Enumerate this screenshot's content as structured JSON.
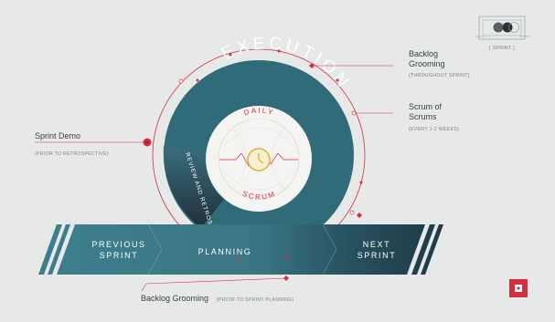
{
  "phases": {
    "execution": "EXECUTION",
    "daily": "DAILY",
    "scrum": "SCRUM",
    "review": "REVIEW AND RETROSPECTIVE",
    "previous_sprint_line1": "PREVIOUS",
    "previous_sprint_line2": "SPRINT",
    "planning": "PLANNING",
    "next_sprint_line1": "NEXT",
    "next_sprint_line2": "SPRINT"
  },
  "annotations": {
    "backlog_grooming_title_line1": "Backlog",
    "backlog_grooming_title_line2": "Grooming",
    "backlog_grooming_sub": "(THROUGHOUT SPRINT)",
    "scrum_of_scrums_line1": "Scrum of",
    "scrum_of_scrums_line2": "Scrums",
    "scrum_of_scrums_sub": "(EVERY 1-2 WEEKS)",
    "sprint_demo_title": "Sprint Demo",
    "sprint_demo_sub": "(PRIOR TO RETROSPECTIVE)",
    "bottom_title": "Backlog Grooming",
    "bottom_sub": "(PRIOR TO SPRINT PLANNING)"
  },
  "legend": {
    "sprint_label": "[ SPRINT ]"
  },
  "colors": {
    "background": "#e7e8e8",
    "teal": "#2f6b79",
    "teal_light": "#3e7e8c",
    "dark": "#24343f",
    "accent_red": "#d32f3f",
    "gold": "#d8b445"
  }
}
